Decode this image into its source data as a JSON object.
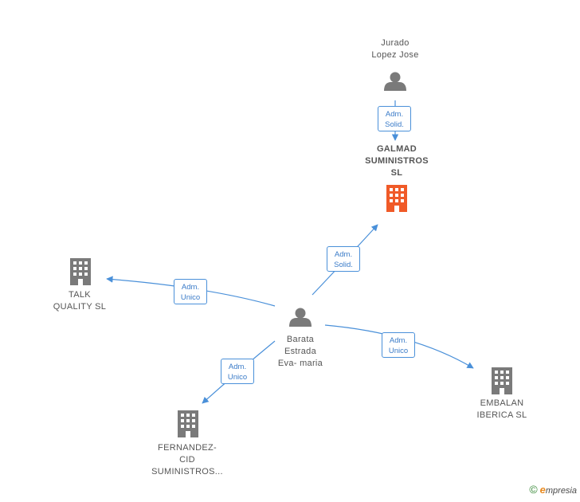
{
  "colors": {
    "edge": "#4a90d9",
    "person": "#7a7a7a",
    "company": "#7a7a7a",
    "focus_company": "#f05a28"
  },
  "nodes": {
    "jurado": {
      "label": "Jurado\nLopez Jose",
      "icon": "person-icon"
    },
    "galmad": {
      "label": "GALMAD\nSUMINISTROS\nSL",
      "icon": "building-icon"
    },
    "talk": {
      "label": "TALK\nQUALITY  SL",
      "icon": "building-icon"
    },
    "barata": {
      "label": "Barata\nEstrada\nEva- maria",
      "icon": "person-icon"
    },
    "embalan": {
      "label": "EMBALAN\nIBERICA  SL",
      "icon": "building-icon"
    },
    "fernandez": {
      "label": "FERNANDEZ-\nCID\nSUMINISTROS...",
      "icon": "building-icon"
    }
  },
  "edges": [
    {
      "id": "jurado_galmad",
      "line1": "Adm.",
      "line2": "Solid."
    },
    {
      "id": "barata_galmad",
      "line1": "Adm.",
      "line2": "Solid."
    },
    {
      "id": "barata_talk",
      "line1": "Adm.",
      "line2": "Unico"
    },
    {
      "id": "barata_embalan",
      "line1": "Adm.",
      "line2": "Unico"
    },
    {
      "id": "barata_fernandez",
      "line1": "Adm.",
      "line2": "Unico"
    }
  ],
  "footer": {
    "copyright": "©",
    "brand_initial": "e",
    "brand_rest": "mpresia"
  }
}
